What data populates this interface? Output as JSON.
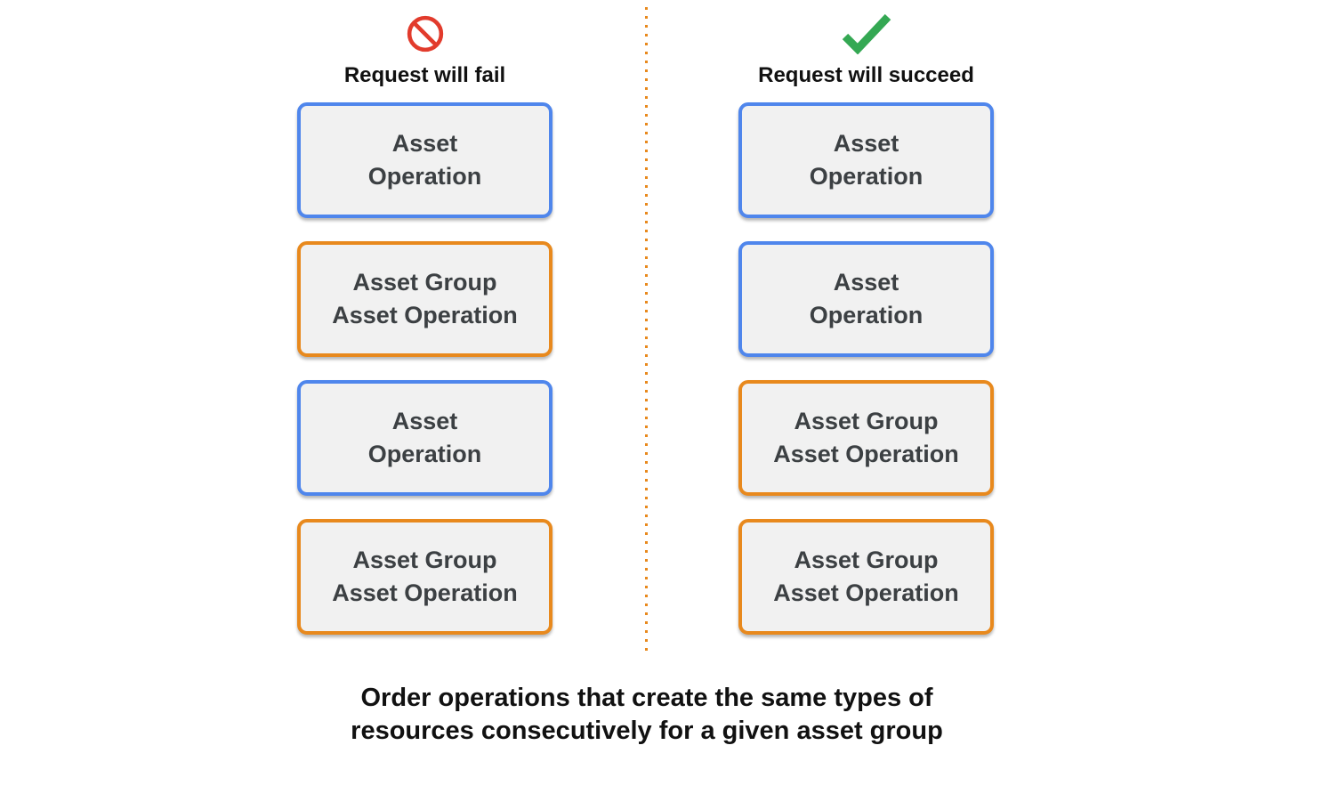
{
  "colors": {
    "blue": "#4F86EC",
    "orange": "#E8891D",
    "red": "#E23B2C",
    "green": "#34A853",
    "box-fill": "#F1F1F1",
    "box-text": "#3C4043"
  },
  "columns": [
    {
      "title": "Request will fail",
      "icon": "prohibition-icon",
      "boxes": [
        {
          "type": "asset-operation",
          "label": "Asset\nOperation"
        },
        {
          "type": "asset-group-asset-operation",
          "label": "Asset Group\nAsset Operation"
        },
        {
          "type": "asset-operation",
          "label": "Asset\nOperation"
        },
        {
          "type": "asset-group-asset-operation",
          "label": "Asset Group\nAsset Operation"
        }
      ]
    },
    {
      "title": "Request will succeed",
      "icon": "checkmark-icon",
      "boxes": [
        {
          "type": "asset-operation",
          "label": "Asset\nOperation"
        },
        {
          "type": "asset-operation",
          "label": "Asset\nOperation"
        },
        {
          "type": "asset-group-asset-operation",
          "label": "Asset Group\nAsset Operation"
        },
        {
          "type": "asset-group-asset-operation",
          "label": "Asset Group\nAsset Operation"
        }
      ]
    }
  ],
  "caption": "Order operations that create the same types of\nresources consecutively for a given asset group"
}
